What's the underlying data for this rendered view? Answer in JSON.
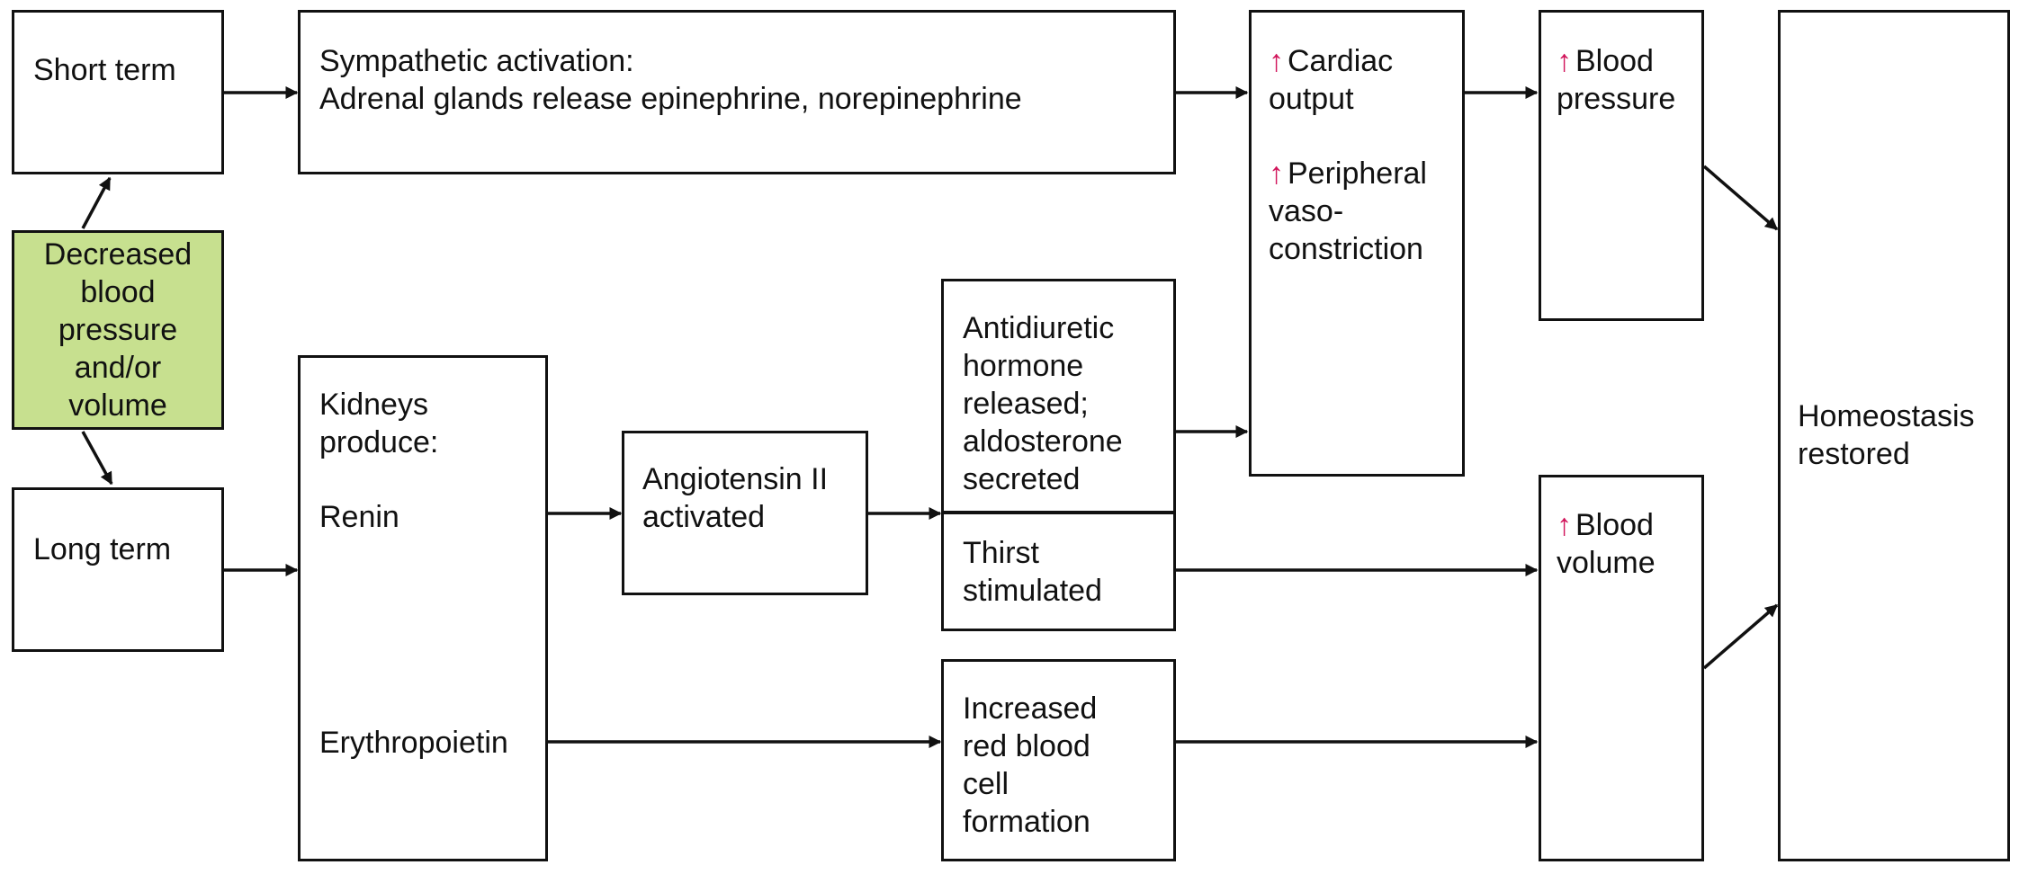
{
  "boxes": {
    "short_term": "Short term",
    "long_term": "Long term",
    "decreased": "Decreased\nblood\npressure\nand/or\nvolume",
    "sympathetic": "Sympathetic activation:\nAdrenal glands release epinephrine, norepinephrine",
    "kidneys_title": "Kidneys\nproduce:",
    "renin": "Renin",
    "erythropoietin": "Erythropoietin",
    "angiotensin": "Angiotensin II\nactivated",
    "adh": "Antidiuretic\nhormone\nreleased;\naldosterone\nsecreted",
    "thirst": "Thirst\nstimulated",
    "rbc": "Increased\nred blood\ncell\nformation",
    "cardiac_1": "Cardiac\noutput",
    "cardiac_2": "Peripheral\nvaso-\nconstriction",
    "bp_up": "Blood\npressure",
    "bv_up": "Blood\nvolume",
    "homeostasis": "Homeostasis\nrestored"
  },
  "up_arrow_symbol": "↑",
  "colors": {
    "trigger_fill": "#c7e08f",
    "increase_arrow": "#d1145a",
    "stroke": "#111111"
  }
}
